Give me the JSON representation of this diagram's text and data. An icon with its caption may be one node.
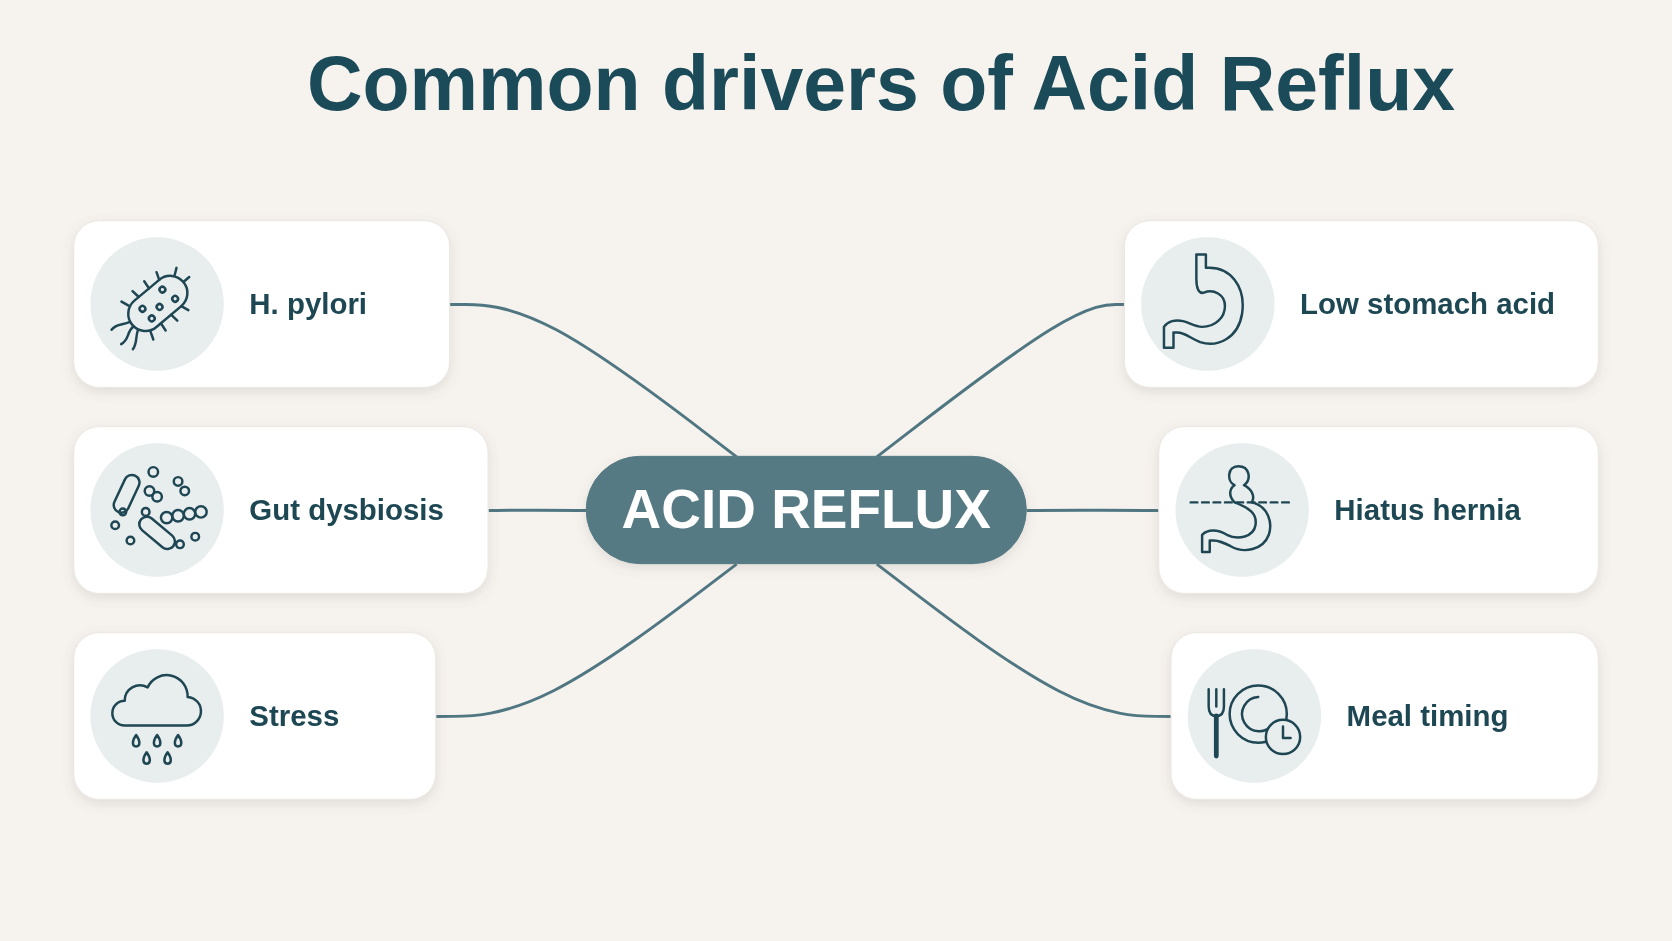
{
  "diagram": {
    "title": "Common drivers of Acid Reflux",
    "nodes": [
      {
        "text": [
          "H. pylori"
        ]
      },
      {
        "text": [
          "Gut dysbiosis"
        ]
      },
      {
        "text": [
          "Stress"
        ]
      },
      {
        "text": [
          "ACID REFLUX"
        ]
      },
      {
        "text": [
          "Low stomach acid"
        ]
      },
      {
        "text": [
          "Hiatus hernia"
        ]
      },
      {
        "text": [
          "Meal timing"
        ]
      }
    ],
    "edges": [
      {
        "from": 0,
        "to": 3,
        "arrow": "none"
      },
      {
        "from": 1,
        "to": 3,
        "arrow": "none"
      },
      {
        "from": 2,
        "to": 3,
        "arrow": "none"
      },
      {
        "from": 3,
        "to": 4,
        "arrow": "none"
      },
      {
        "from": 3,
        "to": 5,
        "arrow": "none"
      },
      {
        "from": 3,
        "to": 6,
        "arrow": "none"
      }
    ]
  }
}
